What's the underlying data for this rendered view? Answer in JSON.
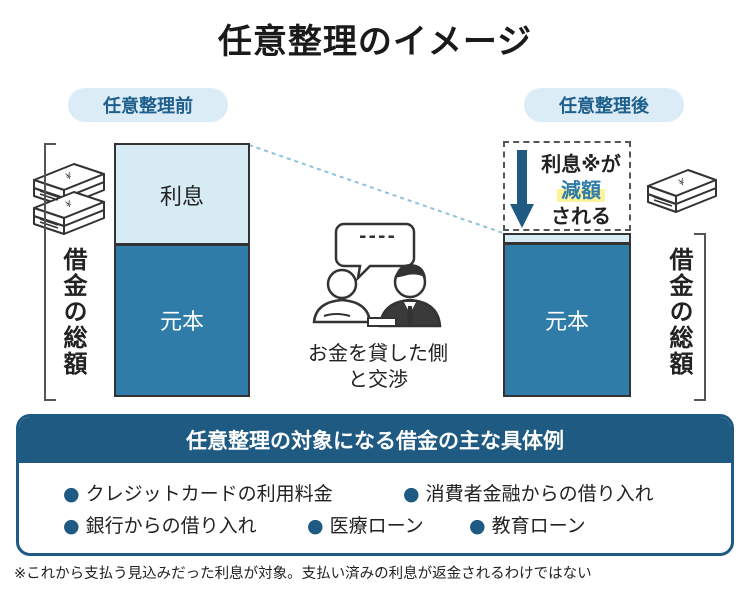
{
  "title": "任意整理のイメージ",
  "before": {
    "label": "任意整理前",
    "interest": "利息",
    "principal": "元本",
    "total": "借金の総額"
  },
  "after": {
    "label": "任意整理後",
    "reduction_1": "利息※が",
    "reduction_2": "減額",
    "reduction_3": "される",
    "principal": "元本",
    "total": "借金の総額"
  },
  "middle": {
    "speech": "----",
    "caption_1": "お金を貸した側",
    "caption_2": "と交渉"
  },
  "bottom": {
    "heading": "任意整理の対象になる借金の主な具体例",
    "items": [
      "クレジットカードの利用料金",
      "消費者金融からの借り入れ",
      "銀行からの借り入れ",
      "医療ローン",
      "教育ローン"
    ]
  },
  "footnote": "※これから支払う見込みだった利息が対象。支払い済みの利息が返金されるわけではない",
  "colors": {
    "principal": "#2f7ca8",
    "interest": "#d7ebf5",
    "heading_bg": "#1f5a82",
    "pill_bg": "#dcecf6",
    "highlight": "#fdf39a"
  }
}
